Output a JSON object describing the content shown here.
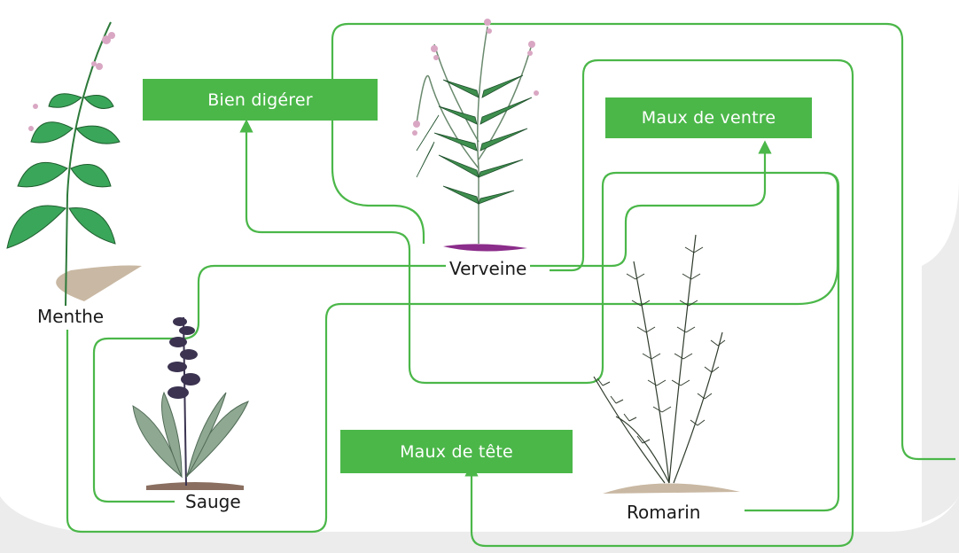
{
  "colors": {
    "connector": "#4bb749",
    "box_fill": "#4bb749",
    "box_text": "#ffffff",
    "background_shape": "#ececec",
    "leaf_dark": "#2d7a3a",
    "leaf_light": "#5cbf6a",
    "flower_pink": "#d9a7c3",
    "sage_leaf": "#8fa892",
    "sage_flower": "#3b3350",
    "rosemary": "#2f3b2c",
    "soil": "#c9b8a3",
    "verbena_base": "#8b2d8a"
  },
  "remedies": {
    "bien_digerer": "Bien digérer",
    "maux_de_ventre": "Maux de ventre",
    "maux_de_tete": "Maux de tête"
  },
  "plants": {
    "menthe": {
      "label": "Menthe",
      "icon": "mint-plant-icon"
    },
    "verveine": {
      "label": "Verveine",
      "icon": "verbena-plant-icon"
    },
    "sauge": {
      "label": "Sauge",
      "icon": "sage-plant-icon"
    },
    "romarin": {
      "label": "Romarin",
      "icon": "rosemary-plant-icon"
    }
  }
}
